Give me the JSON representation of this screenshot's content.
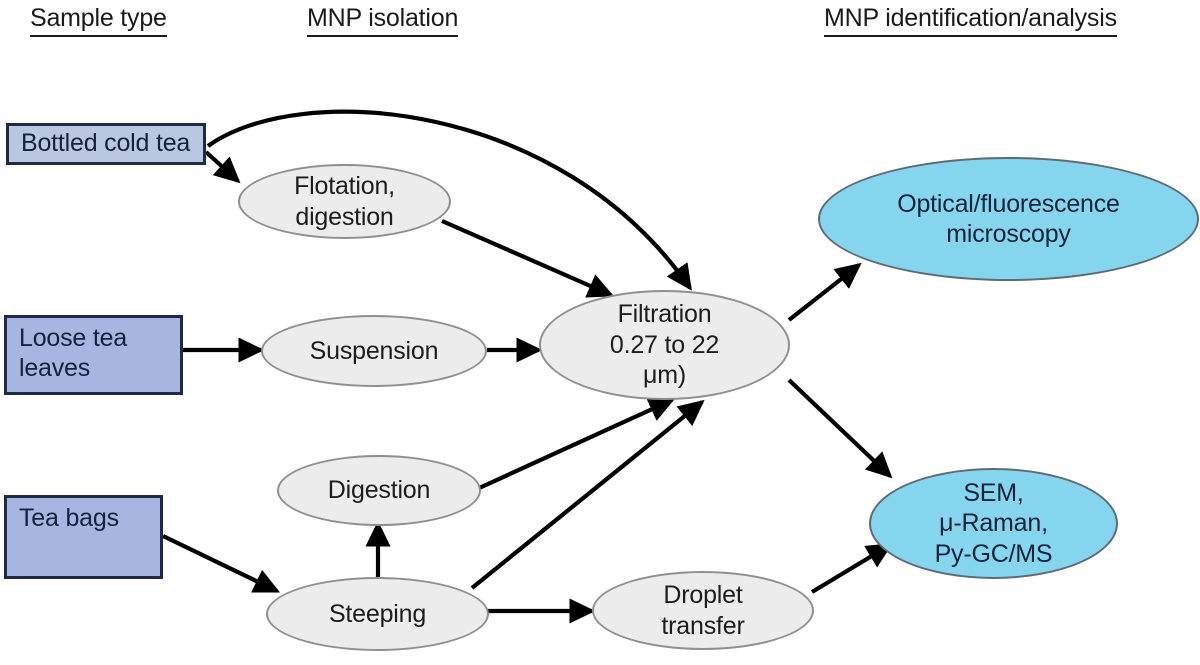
{
  "headers": [
    {
      "label": "Sample type"
    },
    {
      "label": "MNP isolation"
    },
    {
      "label": "MNP identification/analysis"
    }
  ],
  "sample_boxes": [
    {
      "label": "Bottled cold tea"
    },
    {
      "label_line1": "Loose tea",
      "label_line2": "leaves"
    },
    {
      "label": "Tea bags"
    }
  ],
  "isolation_nodes": {
    "flotation": {
      "line1": "Flotation,",
      "line2": "digestion"
    },
    "suspension": {
      "line1": "Suspension"
    },
    "filtration": {
      "line1": "Filtration",
      "line2": "0.27 to 22",
      "line3": "μm)"
    },
    "digestion": {
      "line1": "Digestion"
    },
    "steeping": {
      "line1": "Steeping"
    },
    "droplet": {
      "line1": "Droplet",
      "line2": "transfer"
    }
  },
  "analysis_nodes": {
    "microscopy": {
      "line1": "Optical/fluorescence",
      "line2": "microscopy"
    },
    "spectroscopy": {
      "line1": "SEM,",
      "line2": "μ-Raman,",
      "line3": "Py-GC/MS"
    }
  },
  "colors": {
    "sample_box_fill_light": "#b9c7e0",
    "sample_box_fill_dark": "#a7b6e0",
    "sample_box_border": "#1f2a44",
    "isolation_fill": "#ececed",
    "isolation_border": "#8f8f8f",
    "analysis_fill": "#85d5ee",
    "analysis_border": "#5e6b72",
    "edge": "#000000",
    "background": "#ffffff"
  },
  "edges": [
    {
      "from": "Bottled cold tea",
      "to": "Flotation, digestion",
      "style": "straight"
    },
    {
      "from": "Bottled cold tea",
      "to": "Filtration",
      "style": "curved"
    },
    {
      "from": "Flotation, digestion",
      "to": "Filtration",
      "style": "straight"
    },
    {
      "from": "Loose tea leaves",
      "to": "Suspension",
      "style": "straight"
    },
    {
      "from": "Suspension",
      "to": "Filtration",
      "style": "straight"
    },
    {
      "from": "Tea bags",
      "to": "Steeping",
      "style": "straight"
    },
    {
      "from": "Steeping",
      "to": "Digestion",
      "style": "straight"
    },
    {
      "from": "Digestion",
      "to": "Filtration",
      "style": "straight"
    },
    {
      "from": "Steeping",
      "to": "Filtration",
      "style": "straight"
    },
    {
      "from": "Steeping",
      "to": "Droplet transfer",
      "style": "straight"
    },
    {
      "from": "Filtration",
      "to": "Optical/fluorescence microscopy",
      "style": "straight"
    },
    {
      "from": "Filtration",
      "to": "SEM, μ-Raman, Py-GC/MS",
      "style": "straight"
    },
    {
      "from": "Droplet transfer",
      "to": "SEM, μ-Raman, Py-GC/MS",
      "style": "straight"
    }
  ]
}
